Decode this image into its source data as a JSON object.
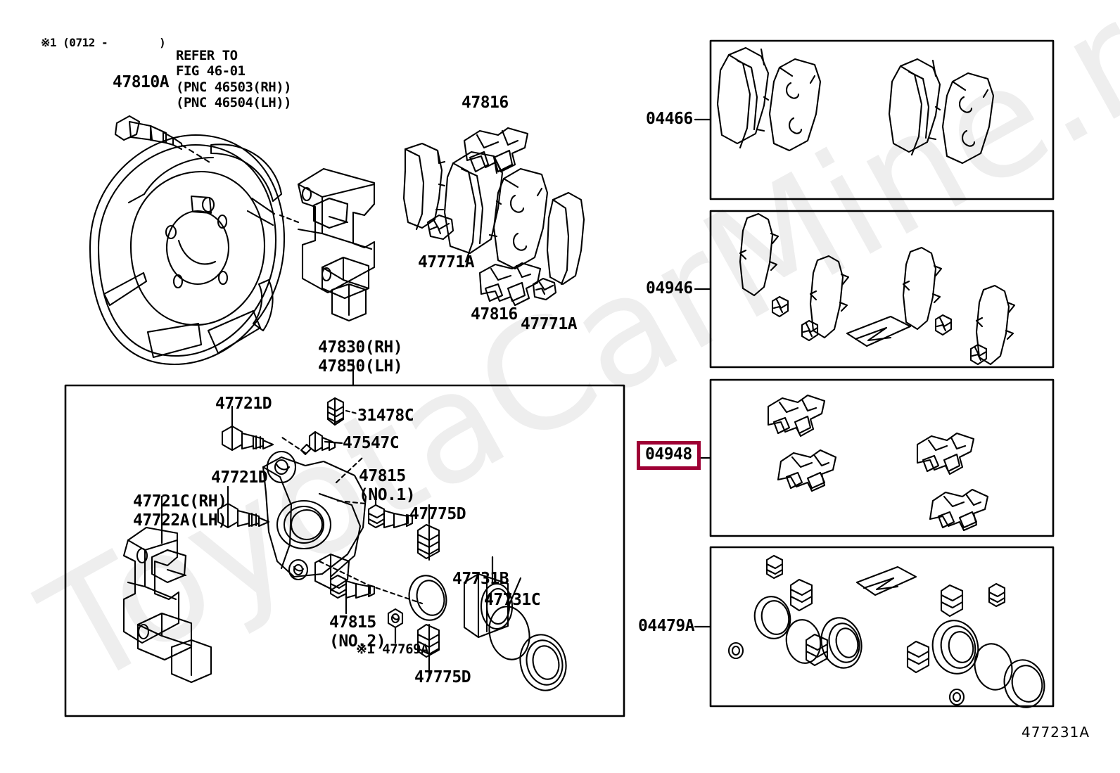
{
  "figure": {
    "code": "477231A",
    "watermark": "ToyotaCarMine.ru",
    "note_mark": "※1 (0712 -        )",
    "refer_note": "REFER TO\nFIG 46-01\n(PNC 46503(RH))\n(PNC 46504(LH))"
  },
  "main_labels": {
    "backing_plate_sensor": "47810A",
    "shim_upper": "47816",
    "shim_lower": "47816",
    "clip_upper": "47771A",
    "clip_lower": "47771A",
    "mounting": "47830(RH)\n47850(LH)",
    "bleeder_cap": "31478C",
    "bleeder_plug": "47547C",
    "bolt_upper": "47721D",
    "bolt_lower": "47721D",
    "bracket": "47721C(RH)\n47722A(LH)",
    "slide_pin_no1": "47815\n(NO.1)",
    "slide_pin_no2": "47815\n(NO.2)",
    "boot_upper": "47775D",
    "boot_lower": "47775D",
    "piston": "47731B",
    "piston_seal": "47731C",
    "ring": "※1 47769A"
  },
  "kit_panels": [
    {
      "code": "04466",
      "name": "pad-kit-front",
      "highlighted": false
    },
    {
      "code": "04946",
      "name": "shim-kit",
      "highlighted": false
    },
    {
      "code": "04948",
      "name": "fitting-kit",
      "highlighted": true
    },
    {
      "code": "04479A",
      "name": "seal-kit",
      "highlighted": false
    }
  ],
  "colors": {
    "highlight": "#9e0034",
    "line": "#000000",
    "watermark": "#eeeeee",
    "background": "#ffffff"
  }
}
